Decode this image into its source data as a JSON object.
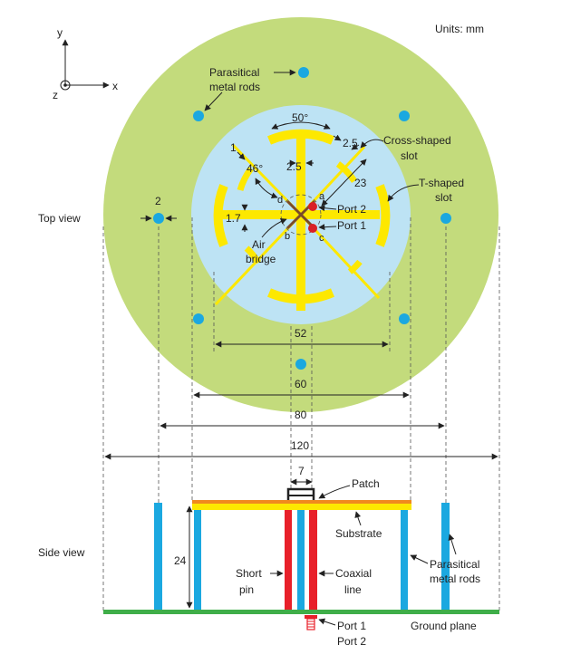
{
  "units": "Units: mm",
  "axes": {
    "x": "x",
    "y": "y",
    "z": "z"
  },
  "views": {
    "top": "Top view",
    "side": "Side view"
  },
  "labels": {
    "parasitical_top": [
      "Parasitical",
      "metal rods"
    ],
    "cross_slot": [
      "Cross-shaped",
      "slot"
    ],
    "t_slot": [
      "T-shaped",
      "slot"
    ],
    "port2": "Port 2",
    "port1": "Port 1",
    "air_bridge": [
      "Air",
      "bridge"
    ],
    "patch": "Patch",
    "substrate": "Substrate",
    "short_pin": [
      "Short",
      "pin"
    ],
    "coaxial_line": [
      "Coaxial",
      "line"
    ],
    "parasitical_side": [
      "Parasitical",
      "metal rods"
    ],
    "ground_plane": "Ground plane",
    "side_port1": "Port 1",
    "side_port2": "Port 2"
  },
  "points": {
    "a": "a",
    "b": "b",
    "c": "c",
    "d": "d"
  },
  "dims": {
    "angle50": "50°",
    "d2_5a": "2.5",
    "d1": "1",
    "angle46": "46°",
    "d2_5b": "2.5",
    "d23": "23",
    "d2": "2",
    "d1_7": "1.7",
    "d52": "52",
    "d60": "60",
    "d80": "80",
    "d120": "120",
    "d7": "7",
    "d24": "24"
  },
  "colors": {
    "ground_disk": "#c3db7c",
    "patch_disk": "#bde3f4",
    "slot": "#fde800",
    "rod": "#1ba8e0",
    "port_dot": "#d92027",
    "probe": "#e8202a",
    "patch_line": "#f08a1e",
    "ground_line": "#3fae49",
    "cross": "#7a4a2a"
  }
}
